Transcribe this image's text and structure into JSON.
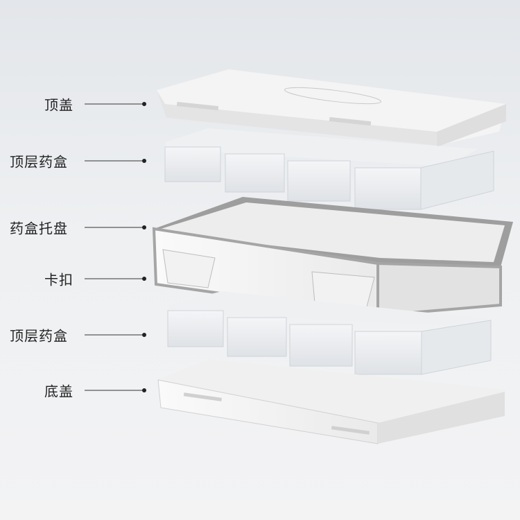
{
  "labels": [
    {
      "text": "顶盖"
    },
    {
      "text": "顶层药盒"
    },
    {
      "text": "药盒托盘"
    },
    {
      "text": "卡扣"
    },
    {
      "text": "顶层药盒"
    },
    {
      "text": "底盖"
    }
  ],
  "colors": {
    "plastic": "#f7f7f7",
    "clear": "#e9ecef",
    "rim": "#a9a9a9"
  }
}
